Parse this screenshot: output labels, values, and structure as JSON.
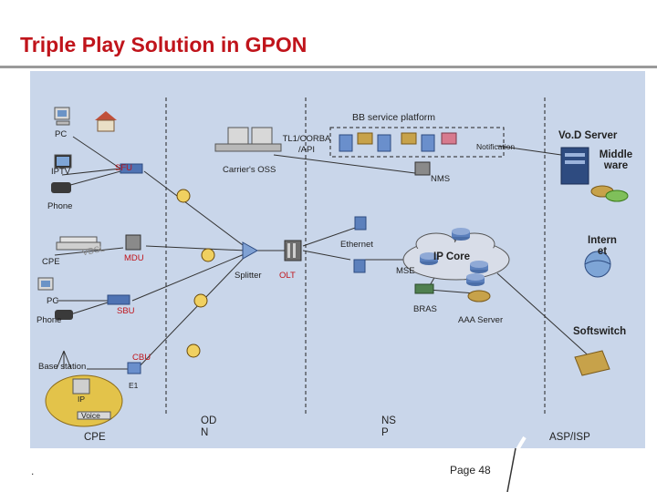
{
  "title": "Triple Play Solution in GPON",
  "labels": {
    "bb_platform": "BB service platform",
    "pc_top": "PC",
    "iptv": "IPTV",
    "sfu": "SFU",
    "phone_top": "Phone",
    "tl1": "TL1/CORBA /API",
    "carriers_oss": "Carrier's OSS",
    "notification": "Notification",
    "nms": "NMS",
    "vod_server": "Vo.D Server",
    "middleware": "Middle ware",
    "cpe_left": "CPE",
    "vdsl": "VDSL",
    "mdu": "MDU",
    "ethernet": "Ethernet",
    "ip_core": "IP Core",
    "internet": "Intern et",
    "splitter": "Splitter",
    "olt": "OLT",
    "mse": "MSE",
    "pc_mid": "PC",
    "phone_mid": "Phone",
    "sbu": "SBU",
    "bras": "BRAS",
    "aaa_server": "AAA Server",
    "softswitch": "Softswitch",
    "base_station": "Base station",
    "cbu": "CBU",
    "e1": "E1",
    "ip": "IP",
    "voice": "Voice",
    "cpe_bottom": "CPE",
    "odn": "OD N",
    "nsp": "NS P",
    "asp_isp": "ASP/ISP"
  },
  "footer": {
    "page": "Page 48",
    "dot": "."
  },
  "colors": {
    "title": "#c0141b",
    "background": "#c9d6ea",
    "rule": "#9a9a9a"
  }
}
